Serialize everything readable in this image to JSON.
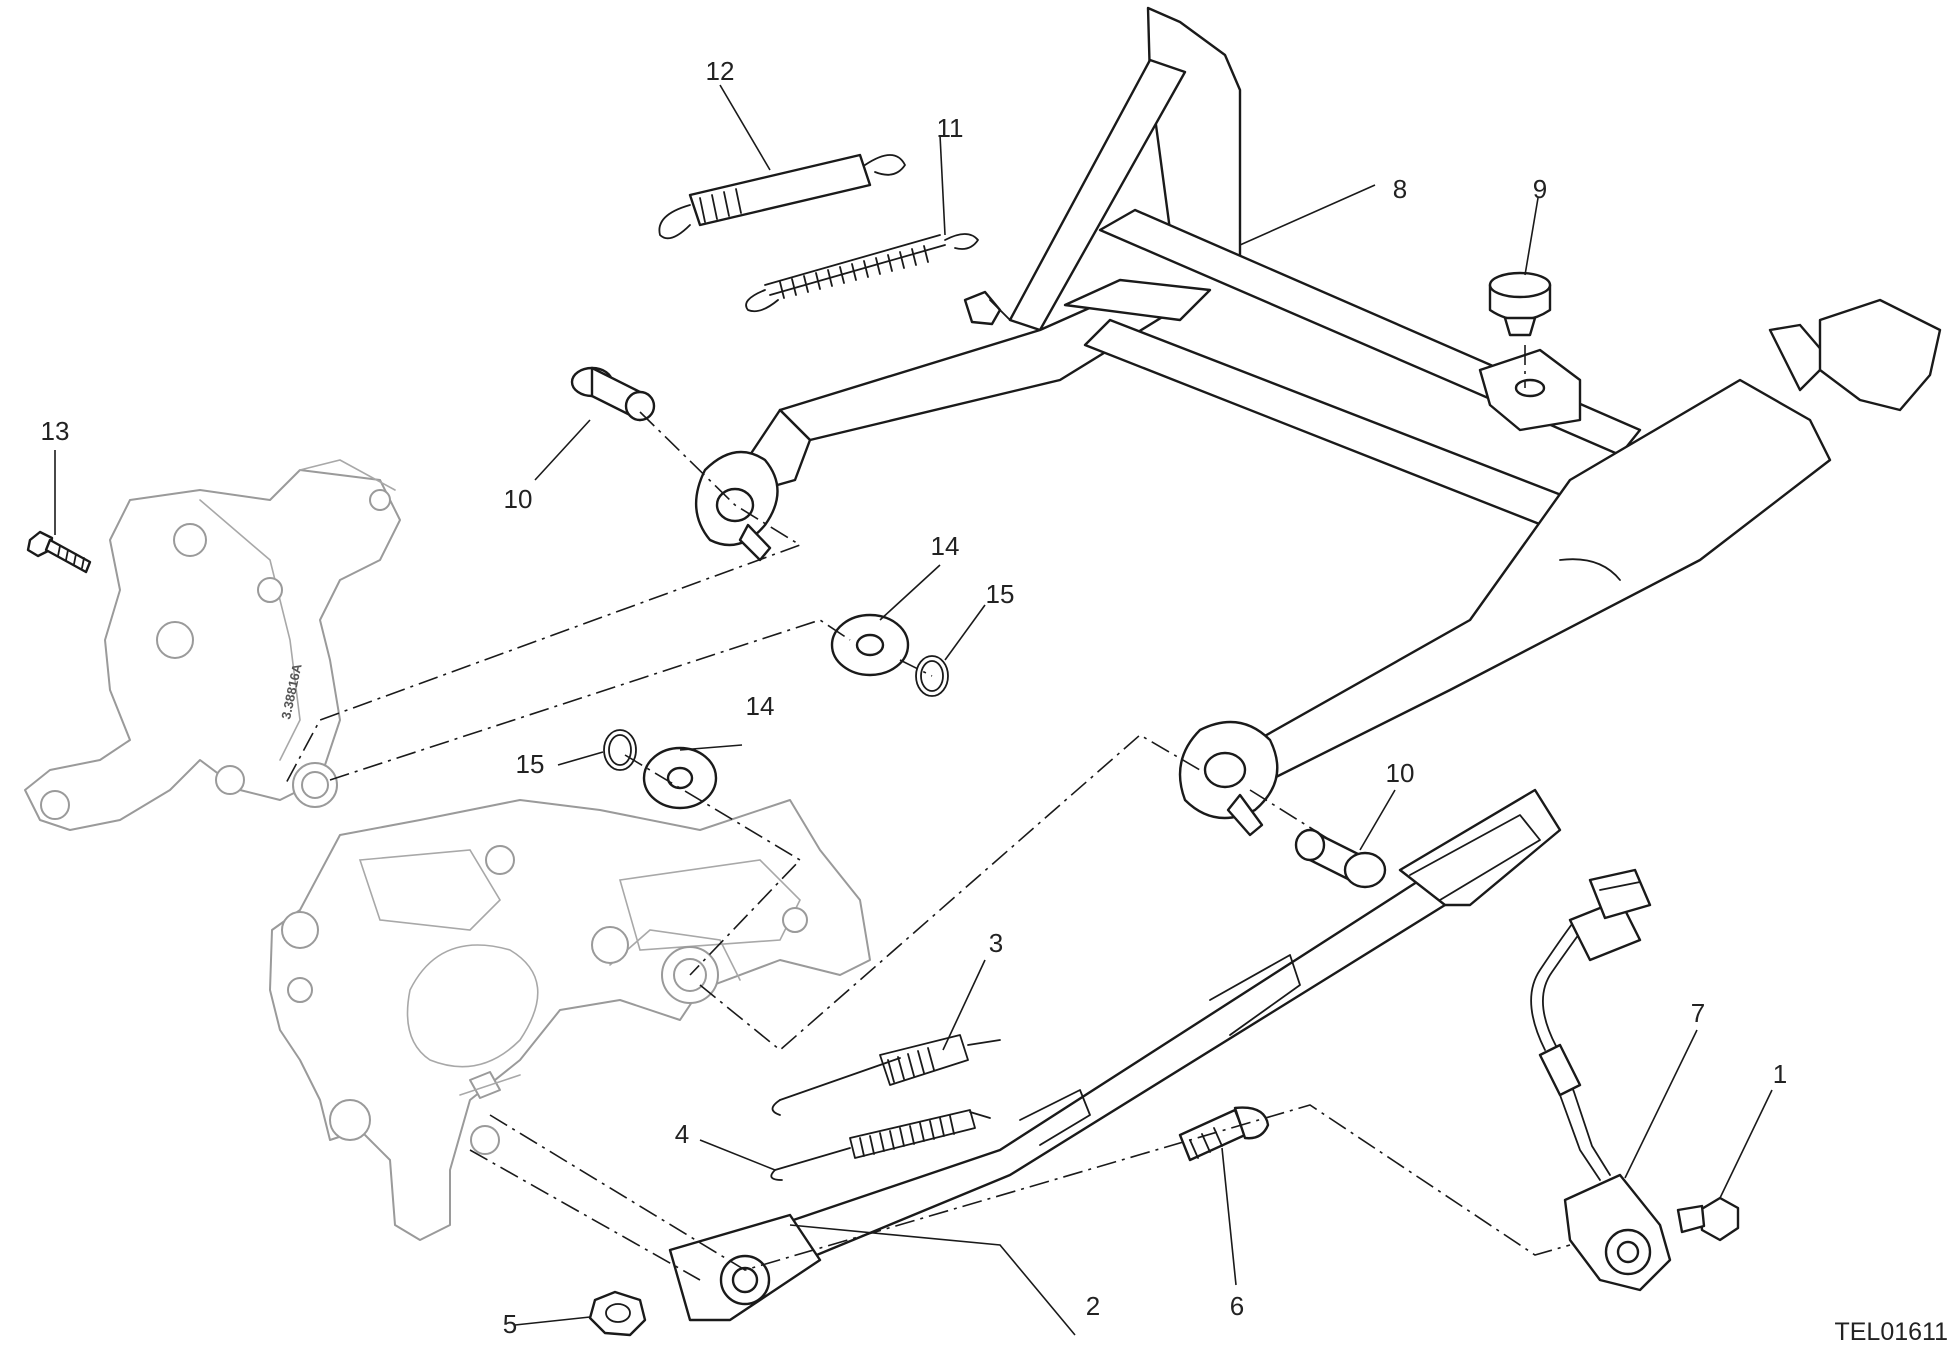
{
  "callouts": {
    "c1": "1",
    "c2": "2",
    "c3": "3",
    "c4": "4",
    "c5": "5",
    "c6": "6",
    "c7": "7",
    "c8": "8",
    "c9": "9",
    "c10a": "10",
    "c10b": "10",
    "c11": "11",
    "c12": "12",
    "c13": "13",
    "c14a": "14",
    "c14b": "14",
    "c15a": "15",
    "c15b": "15"
  },
  "drawing_ref": "TEL01611",
  "bracket_marking": "3.38816A",
  "colors": {
    "line": "#1a1a1a",
    "ghost": "#9a9a9a",
    "background": "#ffffff"
  }
}
